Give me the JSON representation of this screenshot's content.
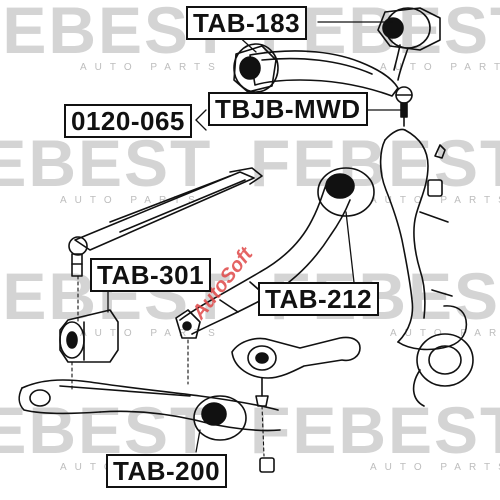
{
  "watermark": {
    "brand": "FEBEST",
    "sub": "AUTO PARTS"
  },
  "stamp": {
    "text": "AutoSoft"
  },
  "labels": {
    "tab_183": "TAB-183",
    "code_0120_065": "0120-065",
    "tbjb_mwd": "TBJB-MWD",
    "tab_301": "TAB-301",
    "tab_212": "TAB-212",
    "tab_200": "TAB-200"
  },
  "colors": {
    "line": "#111111",
    "watermark": "#d4d4d4",
    "stamp": "#e04848"
  }
}
